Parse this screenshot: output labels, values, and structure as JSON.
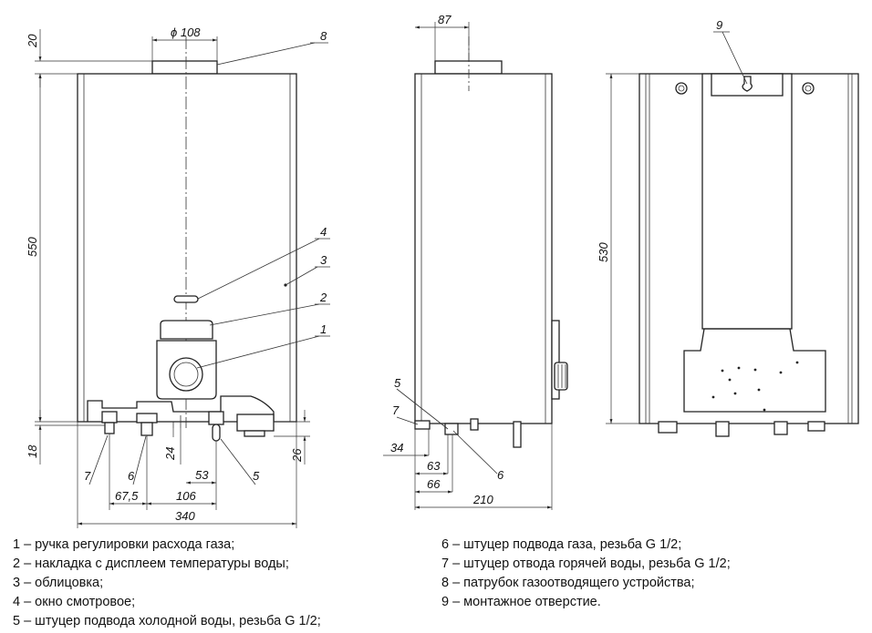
{
  "dimensions": {
    "front_pipe_diameter": "ϕ 108",
    "front_top_offset": "20",
    "front_height": "550",
    "front_bottom_offset": "18",
    "front_d24": "24",
    "front_d26": "26",
    "front_d53": "53",
    "front_d67_5": "67,5",
    "front_d106": "106",
    "front_width": "340",
    "side_pipe_offset": "87",
    "side_d34": "34",
    "side_d63": "63",
    "side_d66": "66",
    "side_depth": "210",
    "back_height": "530"
  },
  "callouts": {
    "c1": "1",
    "c2": "2",
    "c3": "3",
    "c4": "4",
    "c5": "5",
    "c6": "6",
    "c7": "7",
    "c8": "8",
    "c9": "9",
    "side5": "5",
    "side6": "6",
    "side7": "7"
  },
  "legend": {
    "left": [
      "1 – ручка регулировки расхода газа;",
      "2 – накладка с дисплеем температуры воды;",
      "3 – облицовка;",
      "4 – окно смотровое;",
      "5 – штуцер подвода холодной воды, резьба G 1/2;"
    ],
    "right": [
      "6 – штуцер подвода газа, резьба G 1/2;",
      "7 – штуцер отвода горячей воды, резьба G 1/2;",
      "8 – патрубок газоотводящего устройства;",
      "9 – монтажное отверстие."
    ]
  }
}
